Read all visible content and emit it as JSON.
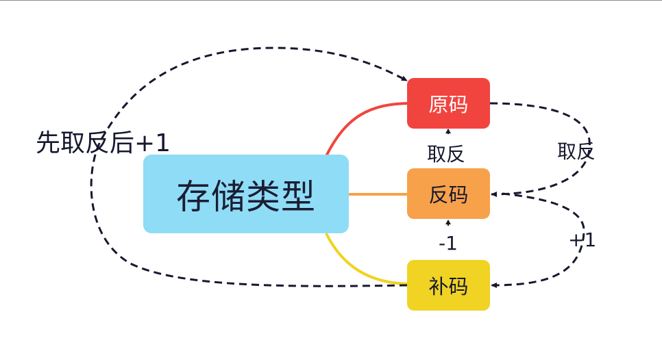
{
  "center": {
    "label": "存储类型"
  },
  "nodes": {
    "yuan": {
      "label": "原码",
      "color": "#f2443f"
    },
    "fan": {
      "label": "反码",
      "color": "#f7a14a"
    },
    "bu": {
      "label": "补码",
      "color": "#f0d323"
    }
  },
  "edge_labels": {
    "left": "先取反后+1",
    "middle_top": "取反",
    "right_top": "取反",
    "middle_bottom": "-1",
    "right_bottom": "+1"
  },
  "colors": {
    "center_fill": "#8fdcf6",
    "dashed_arrow": "#16182e",
    "branch_yuan": "#f2443f",
    "branch_fan": "#f7a14a",
    "branch_bu": "#f0d323"
  }
}
